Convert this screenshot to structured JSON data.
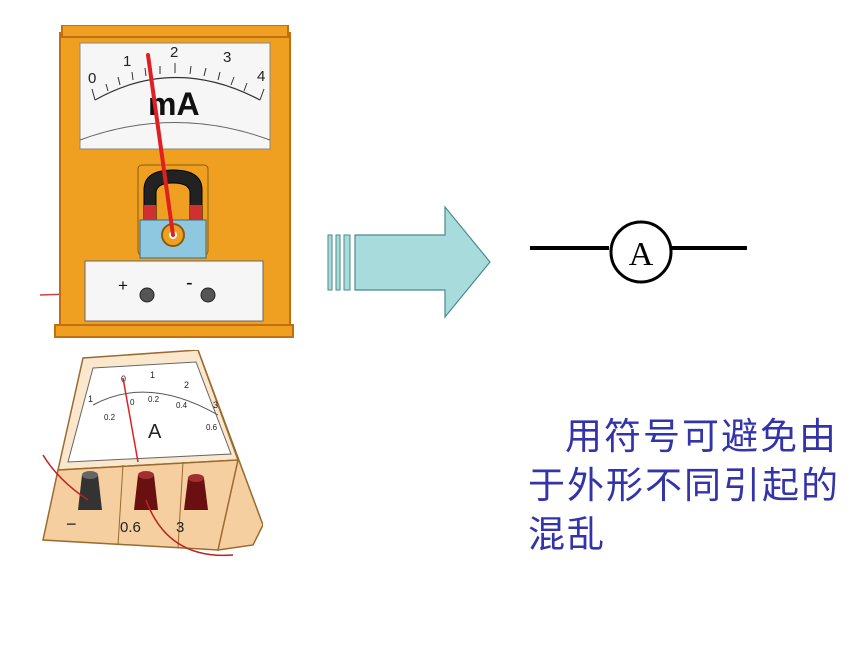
{
  "milliammeter": {
    "scale_labels": [
      "0",
      "1",
      "2",
      "3",
      "4"
    ],
    "unit_label": "mA",
    "terminal_plus": "+",
    "terminal_minus": "-",
    "colors": {
      "frame": "#f0a020",
      "needle": "#e02020",
      "case_fill": "#f6f6f6"
    }
  },
  "ammeter": {
    "scale_top": [
      "1",
      "0",
      "1",
      "2",
      "3"
    ],
    "scale_bottom": [
      "0.2",
      "0",
      "0.2",
      "0.4",
      "0.6"
    ],
    "unit_label": "A",
    "terminal_labels": [
      "−",
      "0.6",
      "3"
    ],
    "colors": {
      "body": "#f5cfa0",
      "needle": "#e02020"
    }
  },
  "arrow": {
    "color": "#a8dcdc"
  },
  "symbol": {
    "letter": "A"
  },
  "caption": {
    "text": "用符号可避免由于外形不同引起的混乱",
    "color": "#3333aa"
  }
}
